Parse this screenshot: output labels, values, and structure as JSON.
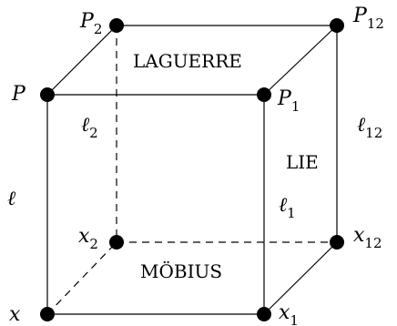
{
  "vertices": {
    "P": {
      "letter": "P",
      "index": ""
    },
    "P1": {
      "letter": "P",
      "index": "1"
    },
    "P2": {
      "letter": "P",
      "index": "2"
    },
    "P12": {
      "letter": "P",
      "index": "12"
    },
    "x": {
      "letter": "x",
      "index": ""
    },
    "x1": {
      "letter": "x",
      "index": "1"
    },
    "x2": {
      "letter": "x",
      "index": "2"
    },
    "x12": {
      "letter": "x",
      "index": "12"
    }
  },
  "edges": {
    "l": {
      "letter": "ℓ",
      "index": ""
    },
    "l1": {
      "letter": "ℓ",
      "index": "1"
    },
    "l2": {
      "letter": "ℓ",
      "index": "2"
    },
    "l12": {
      "letter": "ℓ",
      "index": "12"
    }
  },
  "faces": {
    "top": "LAGUERRE",
    "right": "LIE",
    "bottom": "MÖBIUS"
  }
}
